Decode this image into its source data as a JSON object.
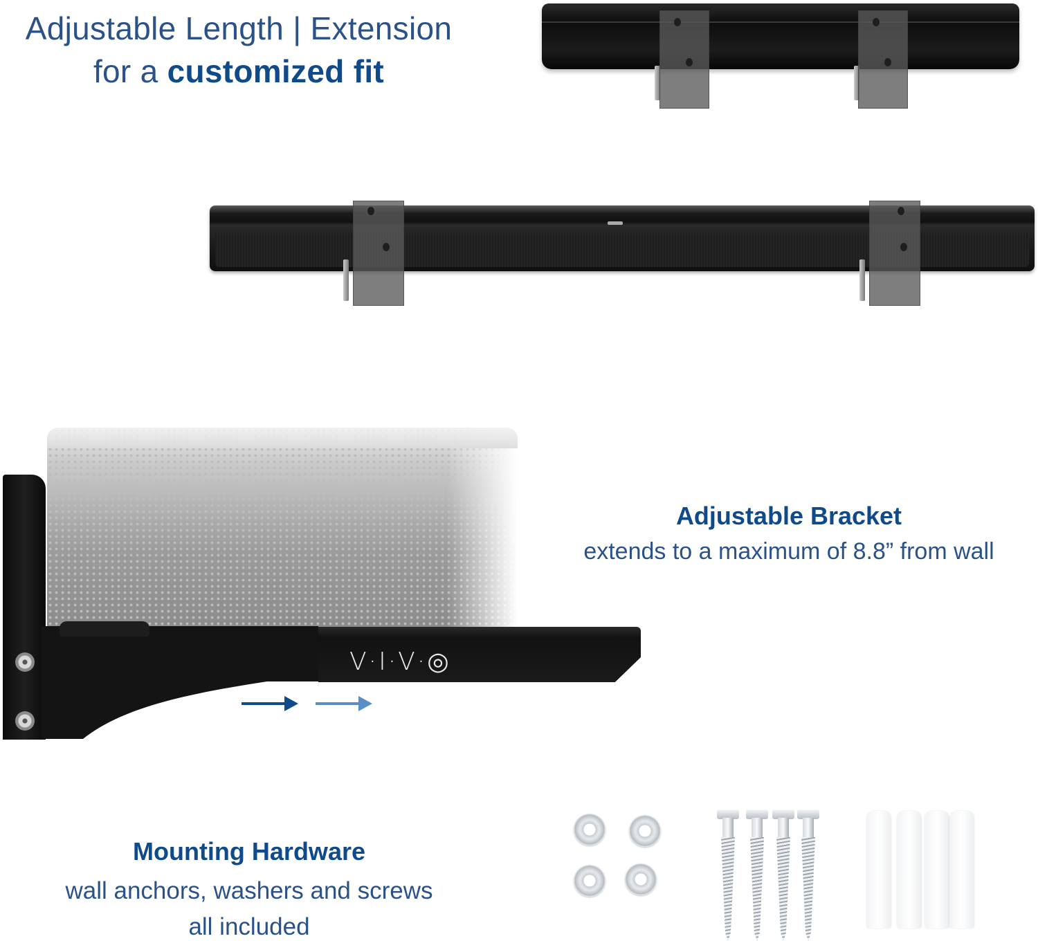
{
  "headline": {
    "line1": "Adjustable Length | Extension",
    "line2_prefix": "for a ",
    "line2_bold": "customized fit"
  },
  "features": [
    {
      "title": "Adjustable Bracket",
      "subtitle": "extends to a maximum of 8.8” from wall"
    },
    {
      "title": "Mounting Hardware",
      "subtitle_line1": "wall anchors, washers and screws",
      "subtitle_line2": "all included"
    }
  ],
  "bracket": {
    "brand_logo": "V·I·V·◎",
    "arrows": [
      {
        "name": "extension-arrow-dark",
        "color": "#0f4a8a"
      },
      {
        "name": "extension-arrow-light",
        "color": "#5b8fc4"
      }
    ]
  },
  "images": {
    "soundbar_thick": "soundbar-with-brackets",
    "soundbar_slim": "slim-soundbar-with-brackets",
    "bracket_closeup": "bracket-holding-speaker",
    "hardware": [
      "washers",
      "screws",
      "wall-anchors"
    ]
  },
  "hardware_counts": {
    "washers": 4,
    "screws": 4,
    "anchors": 4
  },
  "colors": {
    "accent": "#0f4a8a",
    "text": "#2a5288",
    "background": "#ffffff"
  }
}
